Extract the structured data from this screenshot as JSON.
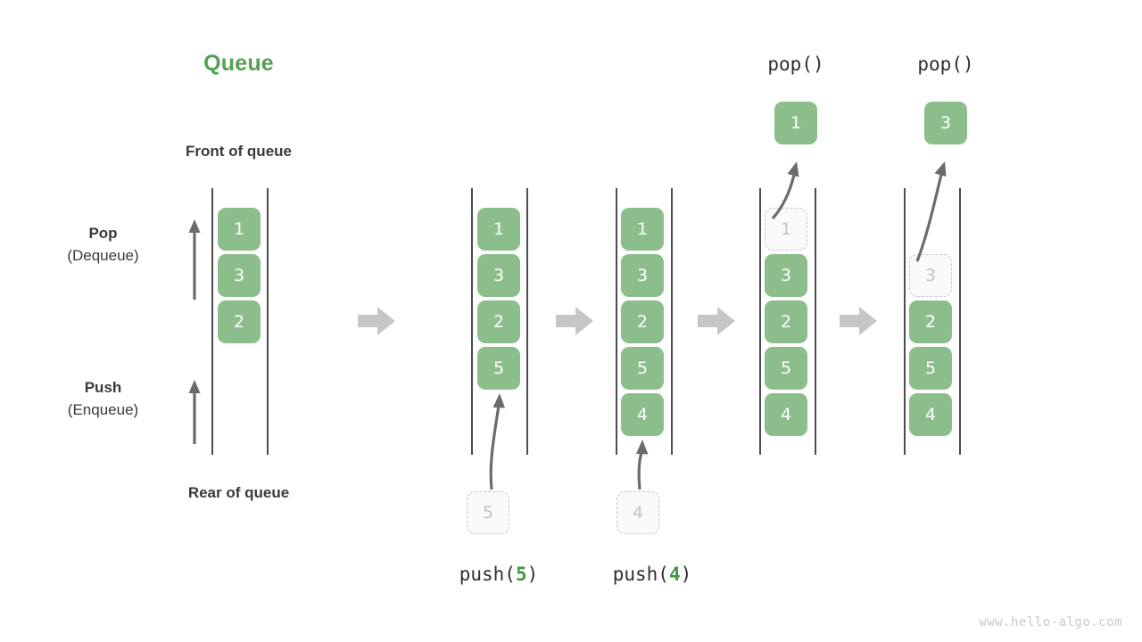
{
  "diagram": {
    "title": "Queue",
    "title_color": "#55a055",
    "cell_color": "#8cbe8c",
    "ghost_color": "#c2c2c2",
    "rail_color": "#4d4d4d",
    "flow_arrow_color": "#c6c6c6",
    "motion_arrow_color": "#6e6a6a",
    "watermark": "www.hello-algo.com",
    "labels": {
      "front_of_queue": "Front of queue",
      "rear_of_queue": "Rear of queue",
      "pop_main": "Pop",
      "pop_sub": "(Dequeue)",
      "push_main": "Push",
      "push_sub": "(Enqueue)"
    },
    "captions": {
      "push5_prefix": "push(",
      "push5_arg": "5",
      "push5_suffix": ")",
      "push4_prefix": "push(",
      "push4_arg": "4",
      "push4_suffix": ")",
      "pop1": "pop()",
      "pop2": "pop()"
    },
    "stages": [
      {
        "name": "initial",
        "cells": [
          {
            "value": "1",
            "ghost": false
          },
          {
            "value": "3",
            "ghost": false
          },
          {
            "value": "2",
            "ghost": false
          }
        ]
      },
      {
        "name": "after-push-5",
        "cells": [
          {
            "value": "1",
            "ghost": false
          },
          {
            "value": "3",
            "ghost": false
          },
          {
            "value": "2",
            "ghost": false
          },
          {
            "value": "5",
            "ghost": false
          }
        ],
        "incoming": {
          "value": "5",
          "ghost": true
        }
      },
      {
        "name": "after-push-4",
        "cells": [
          {
            "value": "1",
            "ghost": false
          },
          {
            "value": "3",
            "ghost": false
          },
          {
            "value": "2",
            "ghost": false
          },
          {
            "value": "5",
            "ghost": false
          },
          {
            "value": "4",
            "ghost": false
          }
        ],
        "incoming": {
          "value": "4",
          "ghost": true
        }
      },
      {
        "name": "after-pop-1",
        "cells": [
          {
            "value": "1",
            "ghost": true
          },
          {
            "value": "3",
            "ghost": false
          },
          {
            "value": "2",
            "ghost": false
          },
          {
            "value": "5",
            "ghost": false
          },
          {
            "value": "4",
            "ghost": false
          }
        ],
        "outgoing": {
          "value": "1",
          "ghost": false
        }
      },
      {
        "name": "after-pop-3",
        "cells": [
          {
            "value": "3",
            "ghost": true
          },
          {
            "value": "2",
            "ghost": false
          },
          {
            "value": "5",
            "ghost": false
          },
          {
            "value": "4",
            "ghost": false
          }
        ],
        "outgoing": {
          "value": "3",
          "ghost": false
        }
      }
    ]
  }
}
